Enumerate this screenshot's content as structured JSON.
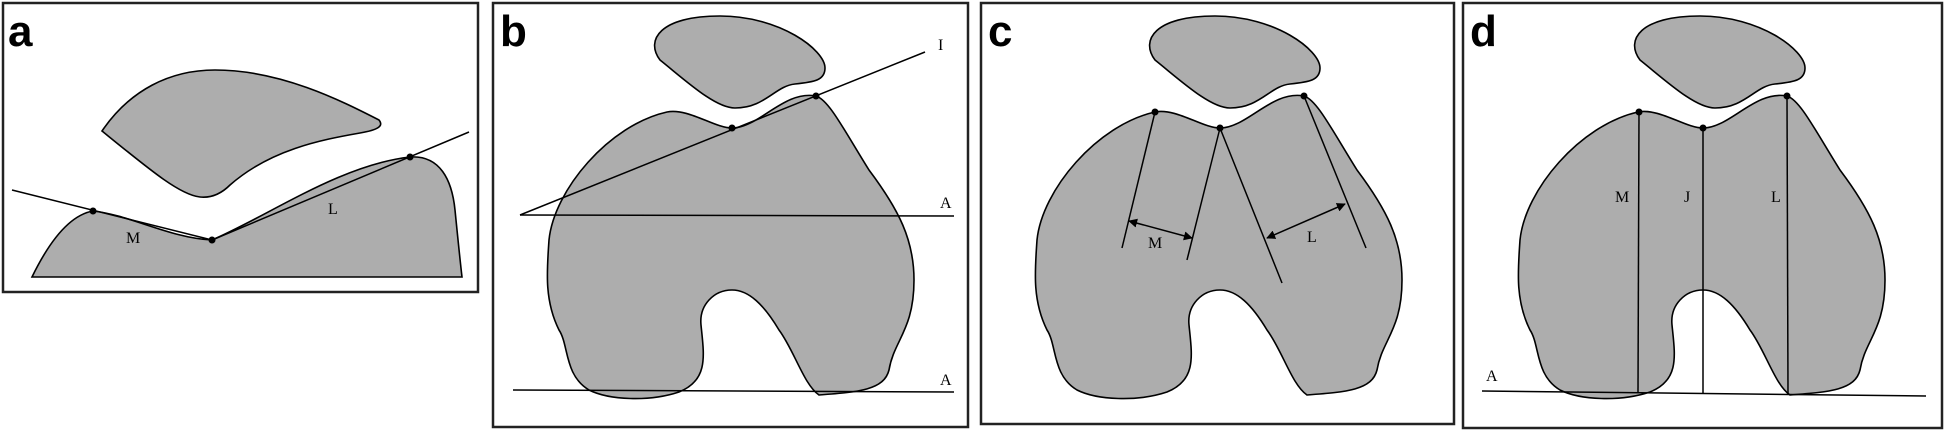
{
  "colors": {
    "bone_fill": "#adadad",
    "outline": "#000000",
    "background": "#ffffff"
  },
  "panels": [
    {
      "label": "a",
      "annotations": {
        "medial": "M",
        "lateral": "L"
      }
    },
    {
      "label": "b",
      "annotations": {
        "line_i": "I",
        "axis_upper": "A",
        "axis_lower": "A"
      }
    },
    {
      "label": "c",
      "annotations": {
        "medial": "M",
        "lateral": "L"
      }
    },
    {
      "label": "d",
      "annotations": {
        "medial": "M",
        "groove": "J",
        "lateral": "L",
        "axis": "A"
      }
    }
  ]
}
